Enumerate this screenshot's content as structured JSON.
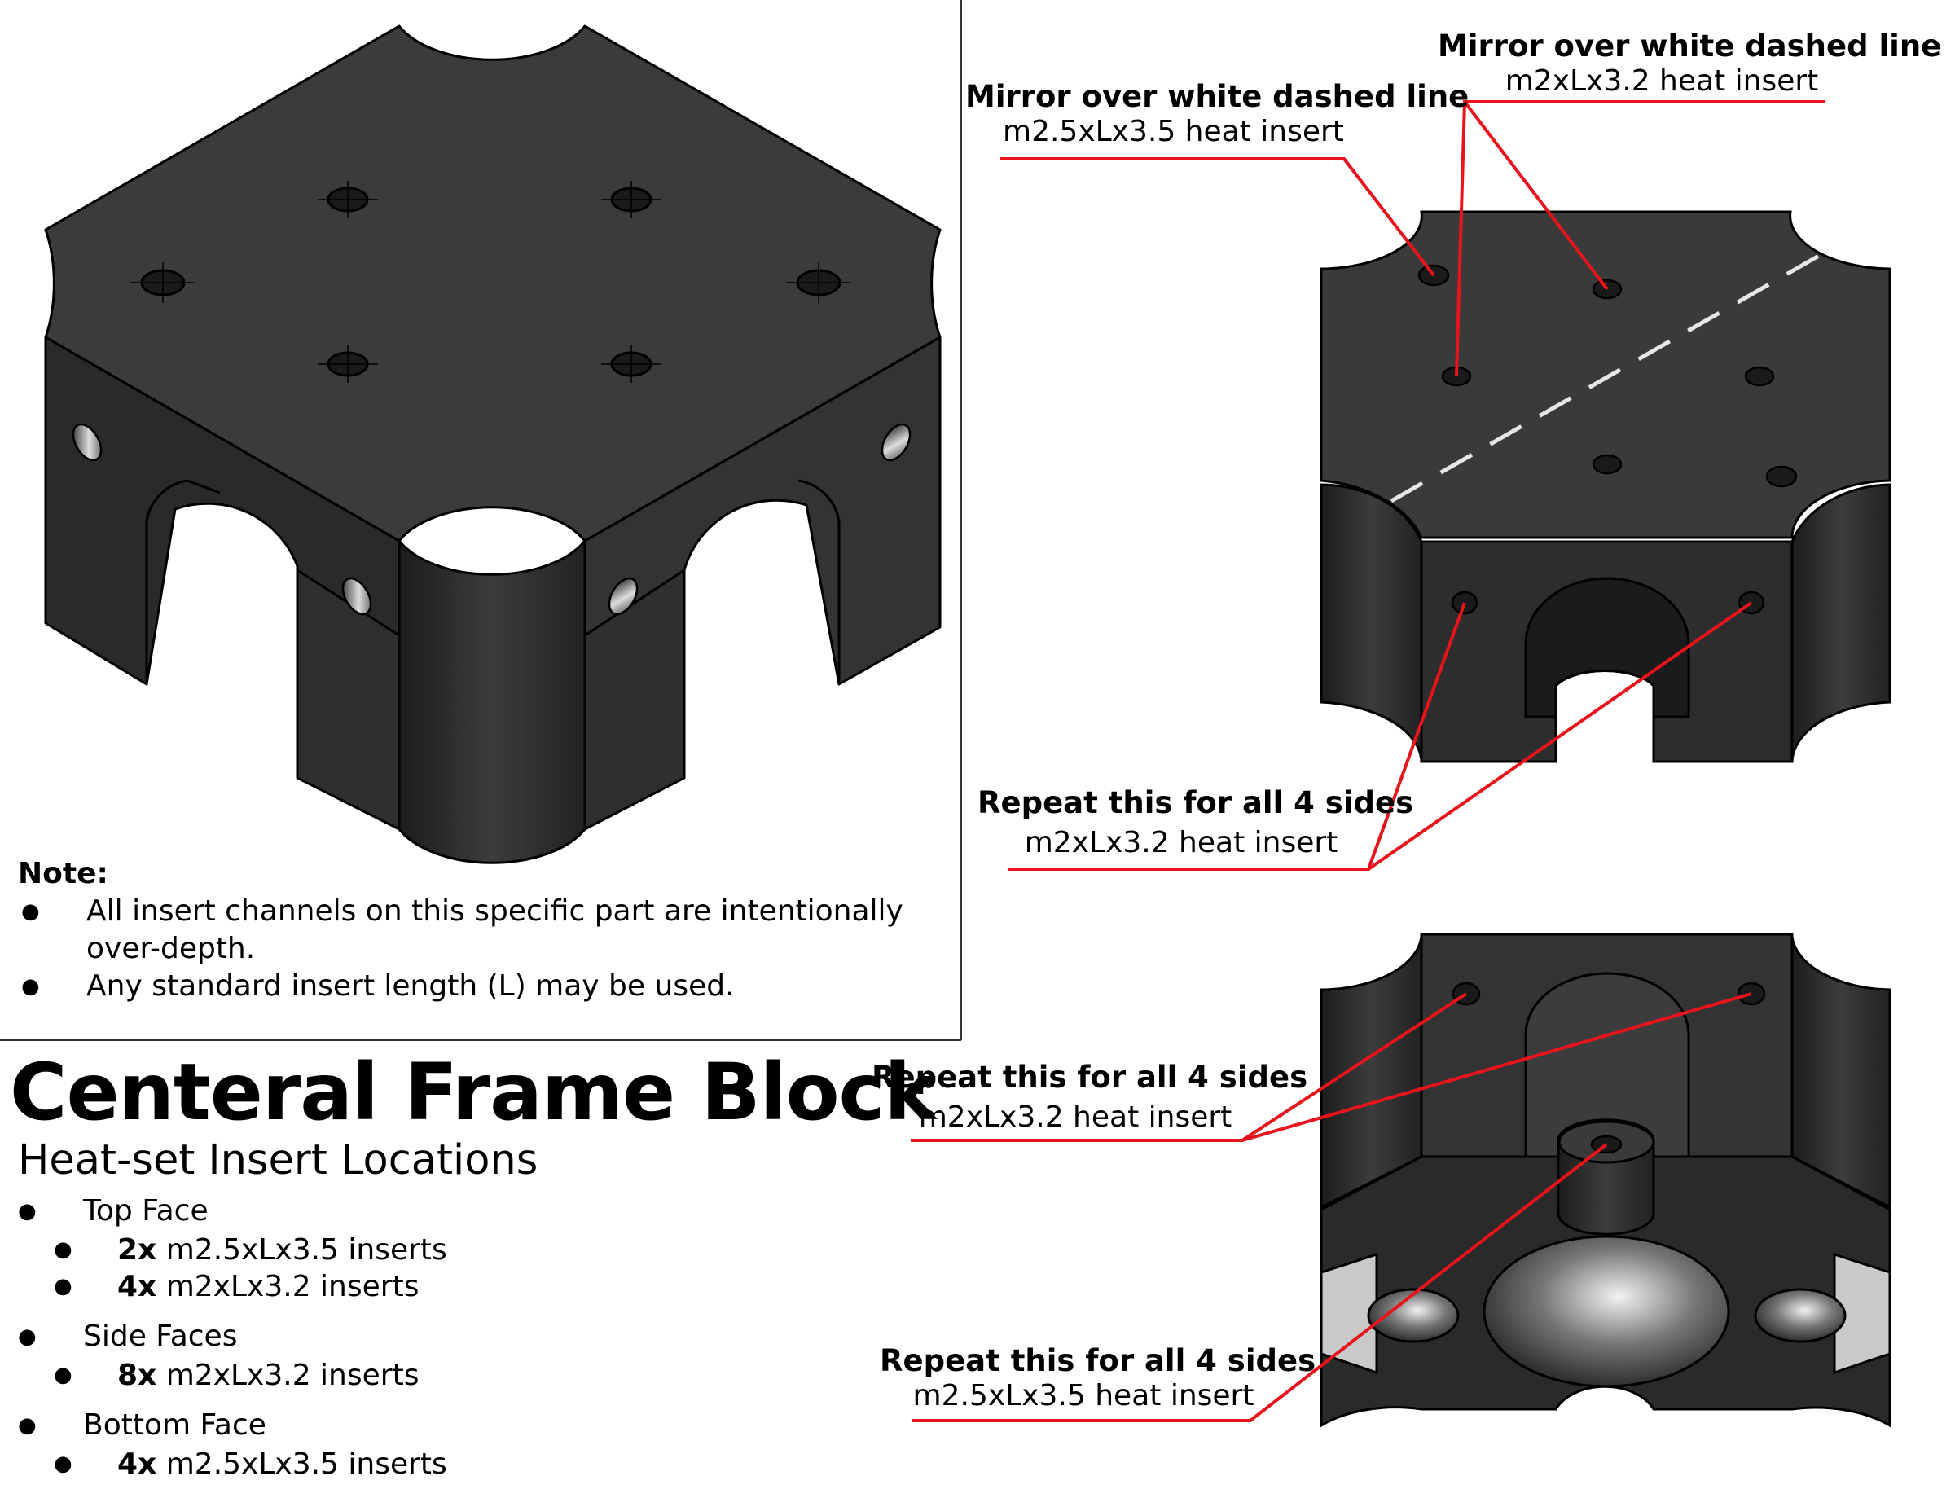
{
  "callouts": {
    "top_left": {
      "title": "Mirror over white dashed line",
      "sub": "m2.5xLx3.5 heat insert"
    },
    "top_right": {
      "title": "Mirror over white dashed line",
      "sub": "m2xLx3.2 heat insert"
    },
    "side_upper": {
      "title": "Repeat this for all 4 sides",
      "sub": "m2xLx3.2 heat insert"
    },
    "bottom_upper": {
      "title": "Repeat this for all 4 sides",
      "sub": "m2xLx3.2 heat insert"
    },
    "bottom_lower": {
      "title": "Repeat this for all 4 sides",
      "sub": "m2.5xLx3.5 heat insert"
    }
  },
  "note": {
    "heading": "Note:",
    "items": [
      "All insert channels on this specific part are intentionally over-depth.",
      "Any standard insert length (L) may be used."
    ]
  },
  "title": "Centeral Frame Block",
  "subtitle": "Heat-set Insert Locations",
  "summary": [
    {
      "face": "Top Face",
      "items": [
        {
          "qty": "2x",
          "text": " m2.5xLx3.5 inserts"
        },
        {
          "qty": "4x",
          "text": " m2xLx3.2 inserts"
        }
      ]
    },
    {
      "face": "Side Faces",
      "items": [
        {
          "qty": "8x",
          "text": " m2xLx3.2 inserts"
        }
      ]
    },
    {
      "face": "Bottom Face",
      "items": [
        {
          "qty": "4x",
          "text": " m2.5xLx3.5 inserts"
        }
      ]
    }
  ],
  "colors": {
    "leader": "#e8141b",
    "part_dark": "#2c2c2c",
    "part_face": "#3a3a3a",
    "part_side": "#252525",
    "dashed_line": "#e6e6e6"
  }
}
